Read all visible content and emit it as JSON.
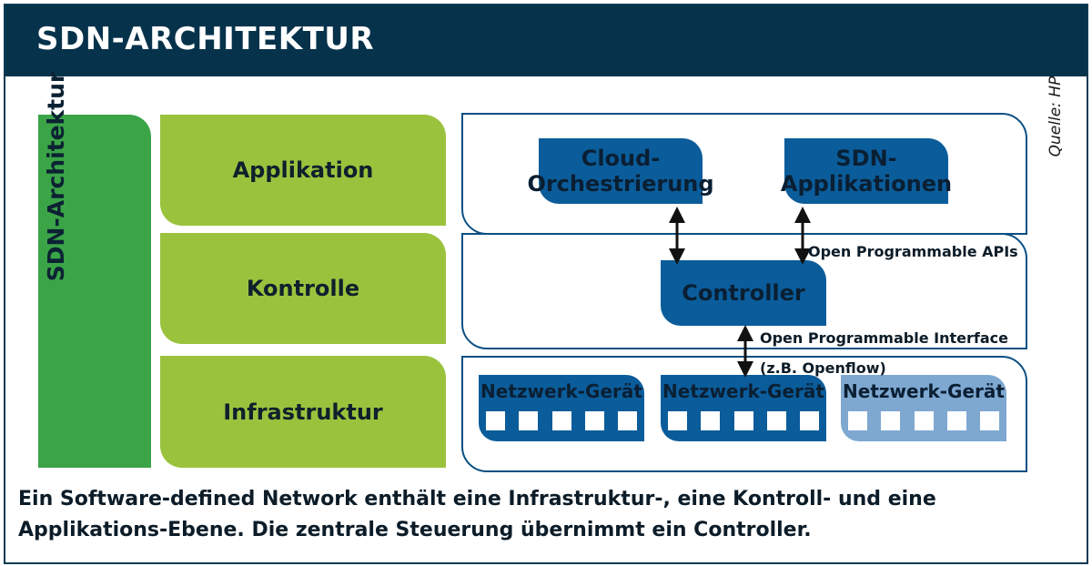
{
  "header": {
    "title": "SDN-ARCHITEKTUR"
  },
  "side": {
    "label": "SDN-Architektur"
  },
  "layers": [
    {
      "label": "Applikation"
    },
    {
      "label": "Kontrolle"
    },
    {
      "label": "Infrastruktur"
    }
  ],
  "application": {
    "cloud": [
      "Cloud-",
      "Orchestrierung"
    ],
    "sdn_apps": [
      "SDN-",
      "Applikationen"
    ]
  },
  "control": {
    "controller": "Controller"
  },
  "labels": {
    "apis": "Open Programmable APIs",
    "interface": "Open Programmable Interface",
    "interface_example": "(z.B. Openflow)"
  },
  "devices": [
    {
      "label": "Netzwerk-Gerät"
    },
    {
      "label": "Netzwerk-Gerät"
    },
    {
      "label": "Netzwerk-Gerät"
    }
  ],
  "source": "Quelle: HP",
  "caption": "Ein Software-defined Network enthält eine Infrastruktur-, eine Kontroll- und eine Applikations-Ebene. Die zentrale Steuerung übernimmt ein Controller.",
  "colors": {
    "header": "#06324b",
    "side_green": "#3aa447",
    "layer_green": "#9bc23d",
    "box_blue": "#0b5c9a",
    "device_light": "#7ea8d0"
  }
}
